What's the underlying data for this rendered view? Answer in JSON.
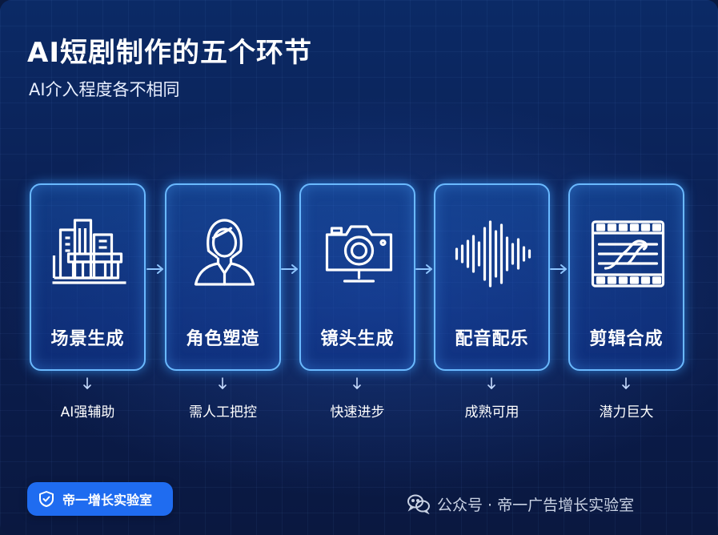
{
  "header": {
    "title": "AI短剧制作的五个环节",
    "subtitle": "AI介入程度各不相同"
  },
  "stages": [
    {
      "label": "场景生成",
      "note": "AI强辅助",
      "icon": "city-buildings-icon"
    },
    {
      "label": "角色塑造",
      "note": "需人工把控",
      "icon": "person-icon"
    },
    {
      "label": "镜头生成",
      "note": "快速进步",
      "icon": "camera-icon"
    },
    {
      "label": "配音配乐",
      "note": "成熟可用",
      "icon": "sound-wave-icon"
    },
    {
      "label": "剪辑合成",
      "note": "潜力巨大",
      "icon": "film-strip-icon"
    }
  ],
  "badge": {
    "text": "帝一增长实验室",
    "icon": "shield-icon"
  },
  "watermark": {
    "text": "公众号 · 帝一广告增长实验室",
    "icon": "wechat-icon"
  },
  "colors": {
    "background": "#0b2a66",
    "card_border": "#6ab9ff",
    "badge": "#1f6cf0",
    "text": "#ffffff"
  }
}
